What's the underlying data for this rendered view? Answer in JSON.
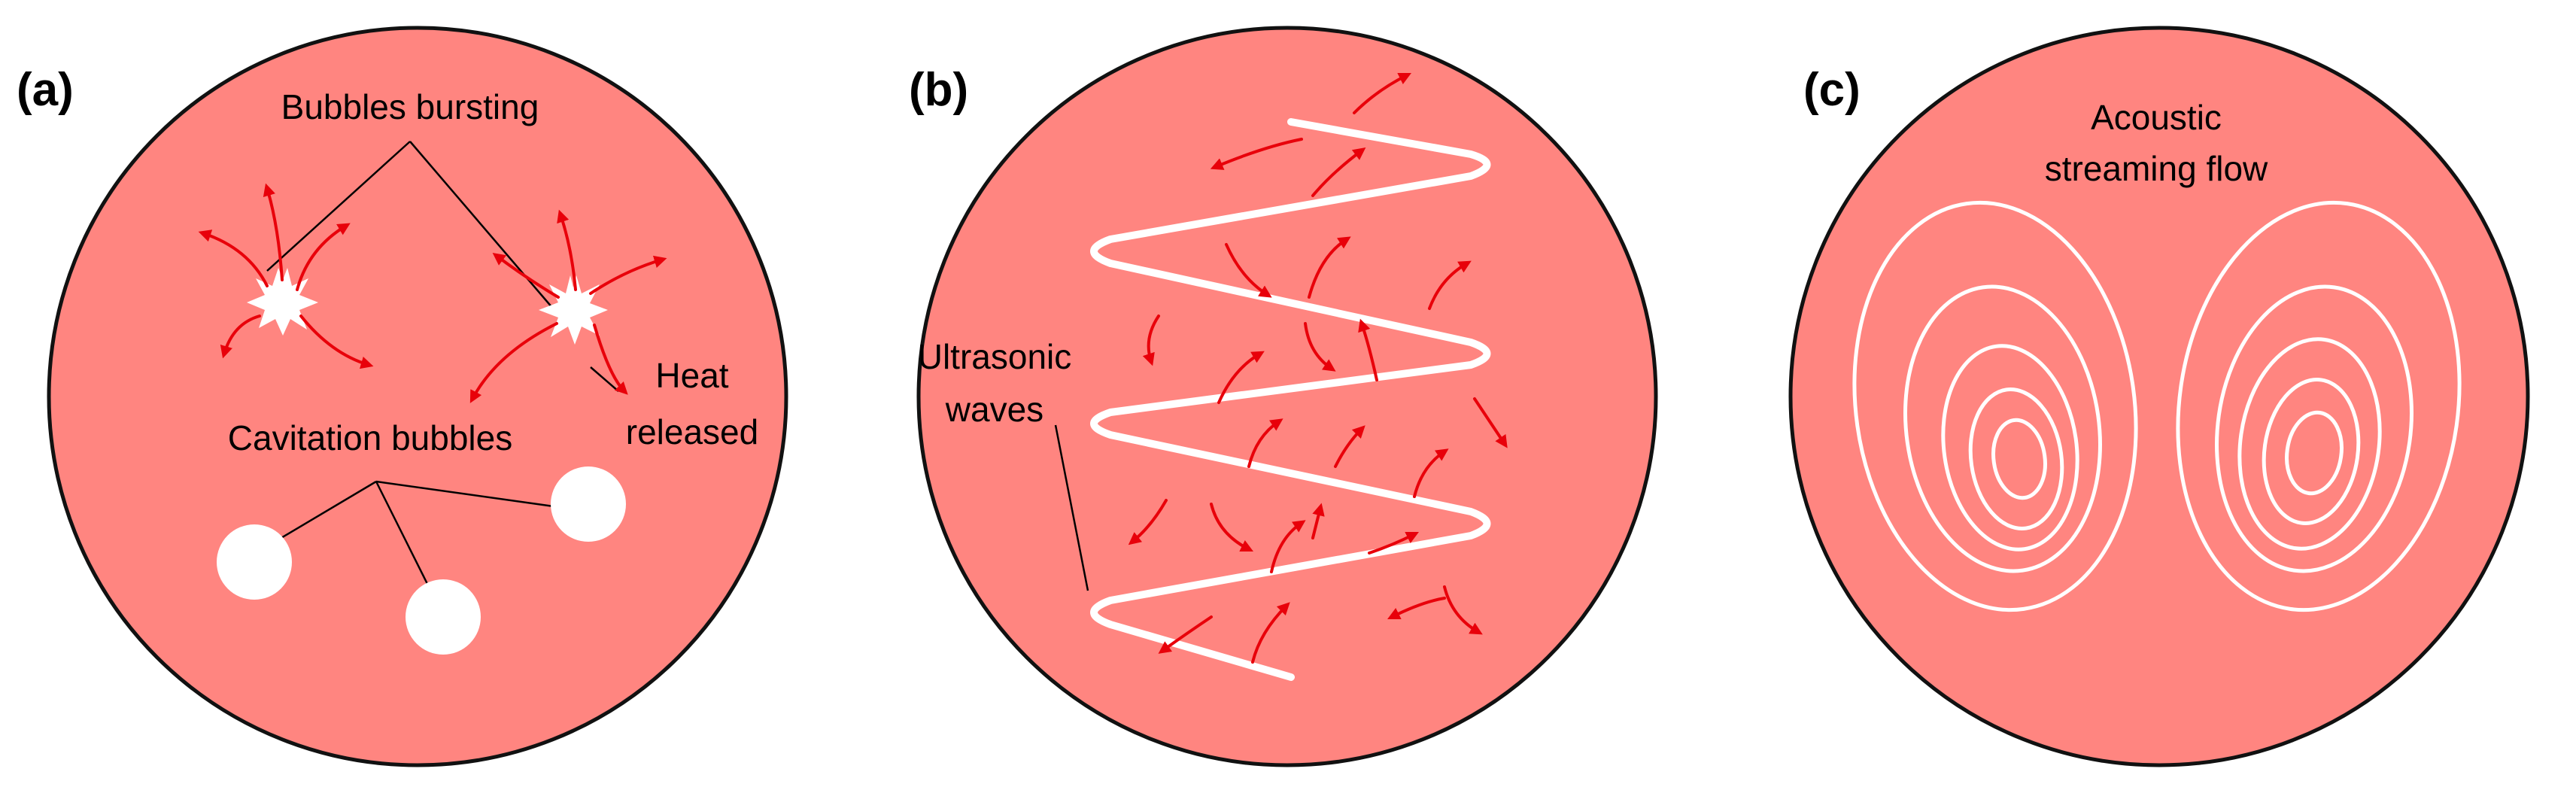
{
  "colors": {
    "circle_fill": "#ff8580",
    "circle_stroke": "#111111",
    "arrow": "#e8000a",
    "white": "#ffffff",
    "leader": "#000000"
  },
  "panels": {
    "a": {
      "label": "(a)",
      "bubbles_bursting": "Bubbles bursting",
      "heat_line1": "Heat",
      "heat_line2": "released",
      "cavitation": "Cavitation bubbles"
    },
    "b": {
      "label": "(b)",
      "ultrasonic_line1": "Ultrasonic",
      "ultrasonic_line2": "waves"
    },
    "c": {
      "label": "(c)",
      "acoustic_line1": "Acoustic",
      "acoustic_line2": "streaming flow"
    }
  }
}
